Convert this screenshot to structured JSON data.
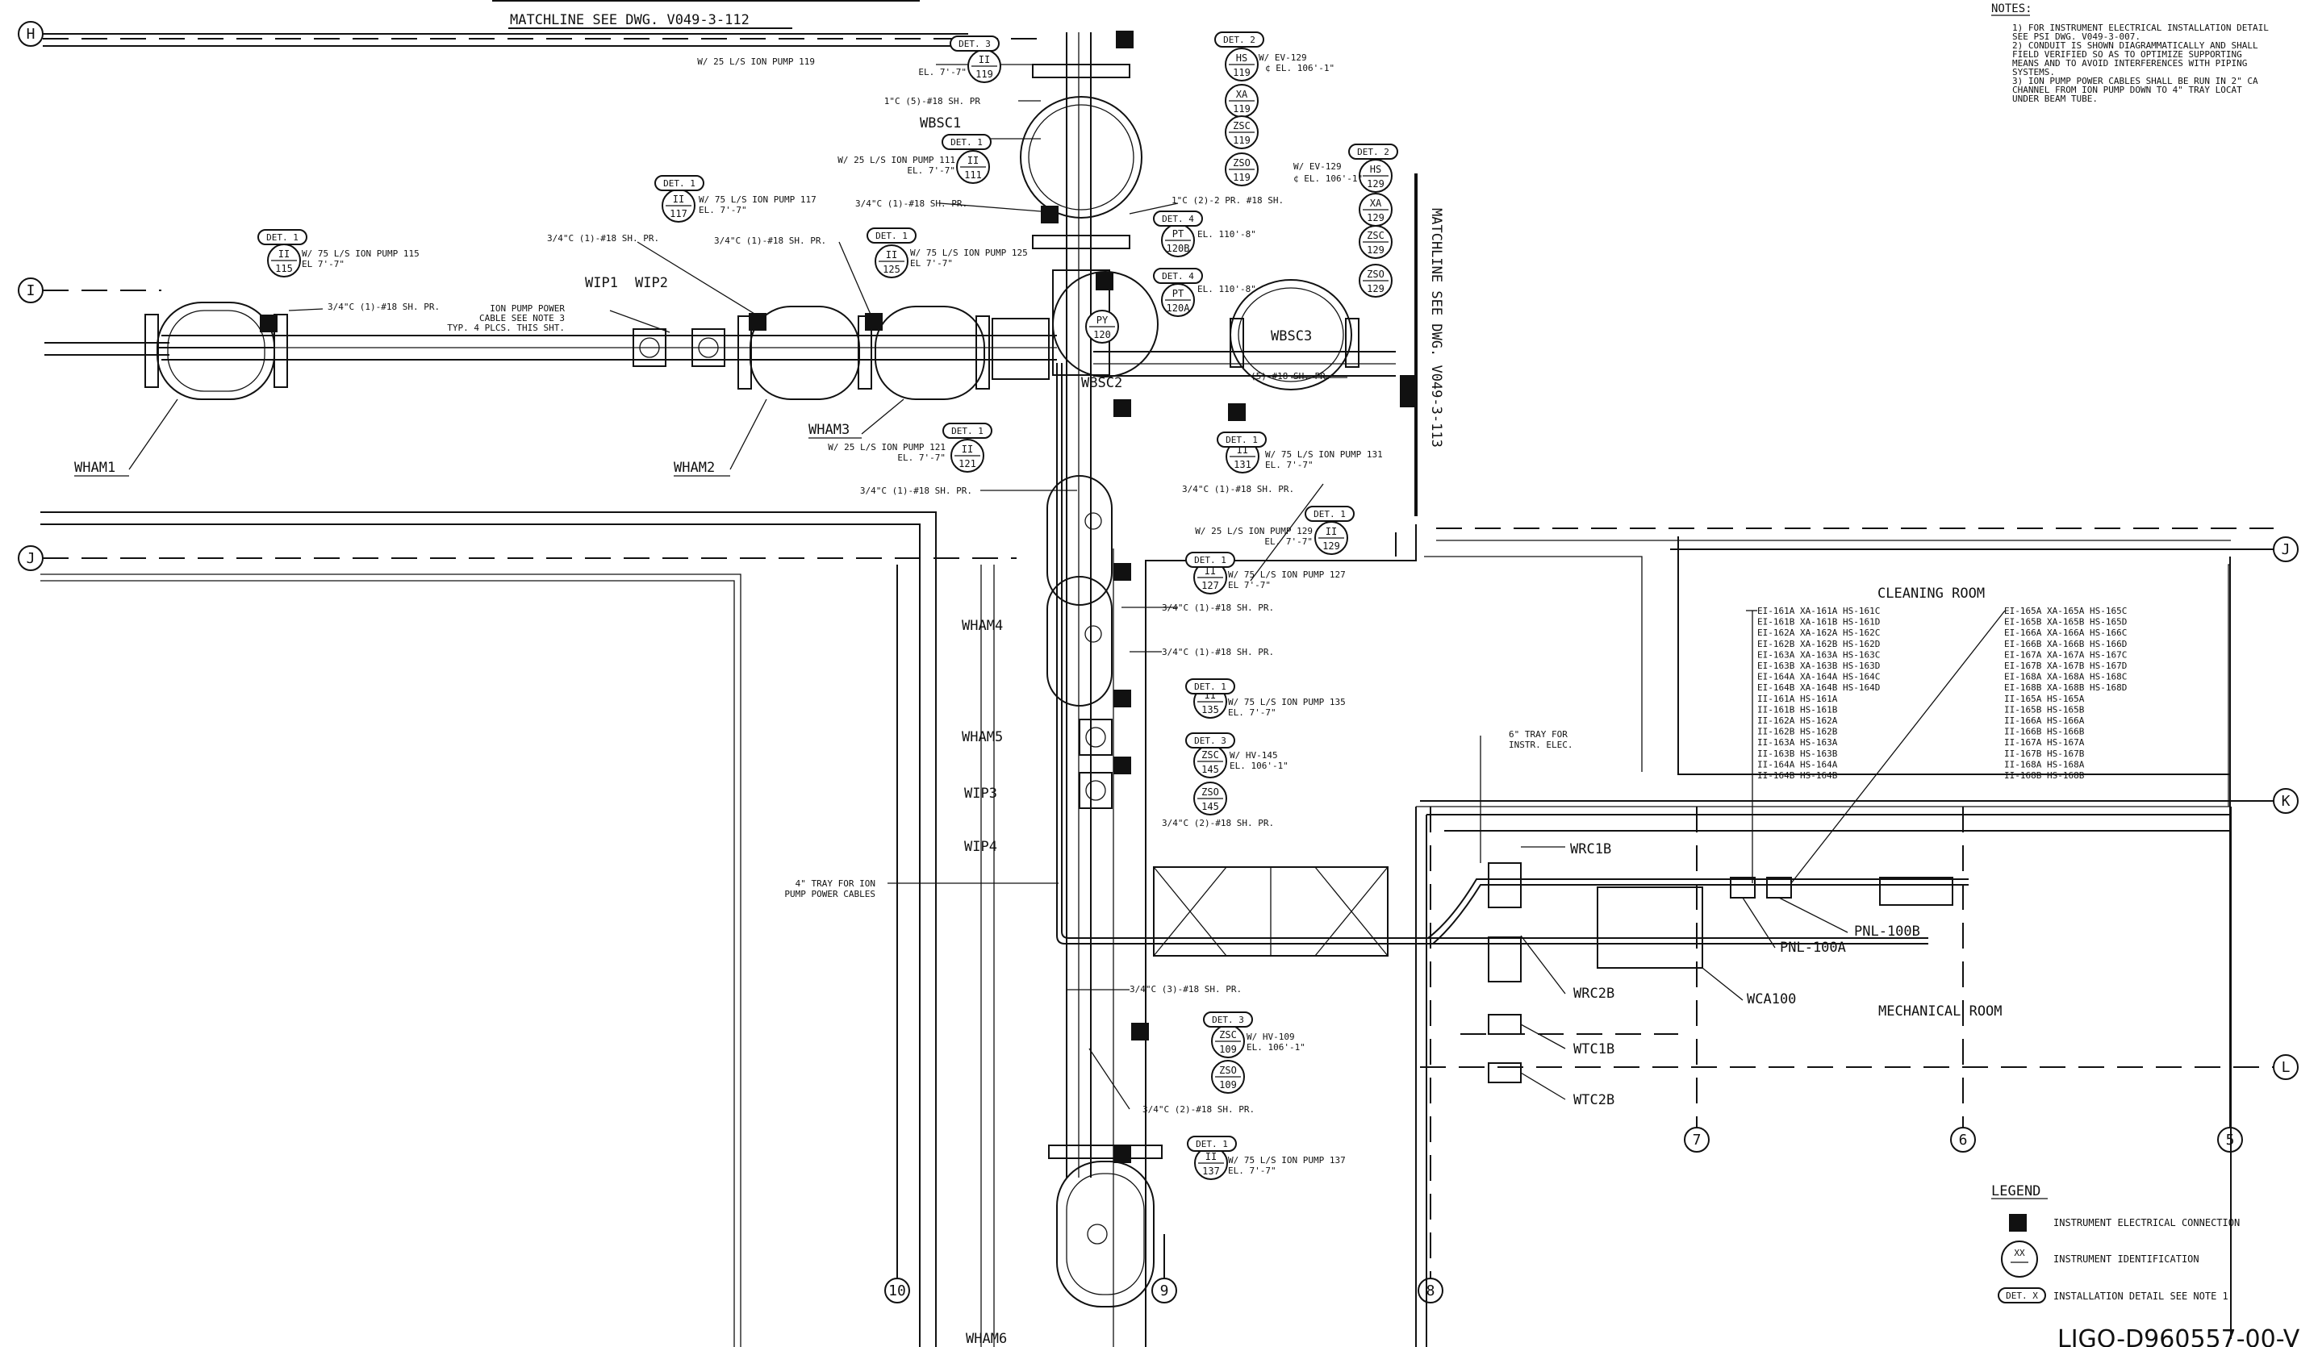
{
  "matchlines": {
    "top": "MATCHLINE SEE DWG. V049-3-112",
    "right": "MATCHLINE SEE DWG. V049-3-113"
  },
  "notes": {
    "title": "NOTES:",
    "lines": [
      "1) FOR INSTRUMENT ELECTRICAL INSTALLATION DETAIL",
      "   SEE PSI DWG. V049-3-007.",
      "2) CONDUIT IS SHOWN DIAGRAMMATICALLY AND SHALL",
      "   FIELD VERIFIED SO AS TO OPTIMIZE SUPPORTING",
      "   MEANS AND TO AVOID INTERFERENCES WITH PIPING",
      "   SYSTEMS.",
      "3) ION PUMP POWER CABLES SHALL BE RUN IN 2\" CA",
      "   CHANNEL FROM ION PUMP DOWN TO 4\" TRAY LOCAT",
      "   UNDER BEAM TUBE."
    ]
  },
  "grid_labels": {
    "H": "H",
    "I": "I",
    "J": "J",
    "K": "K",
    "L": "L",
    "n5": "5",
    "n6": "6",
    "n7": "7",
    "n8": "8",
    "n9": "9",
    "n10": "10"
  },
  "equipment": {
    "wham1": "WHAM1",
    "wham2": "WHAM2",
    "wham3": "WHAM3",
    "wham4": "WHAM4",
    "wham5": "WHAM5",
    "wham6": "WHAM6",
    "wip1": "WIP1",
    "wip2": "WIP2",
    "wip3": "WIP3",
    "wip4": "WIP4",
    "wbsc1": "WBSC1",
    "wbsc2": "WBSC2",
    "wbsc3": "WBSC3",
    "wrc1b": "WRC1B",
    "wrc2b": "WRC2B",
    "wtc1b": "WTC1B",
    "wtc2b": "WTC2B",
    "wca100": "WCA100",
    "pnl100a": "PNL-100A",
    "pnl100b": "PNL-100B"
  },
  "rooms": {
    "cleaning": "CLEANING ROOM",
    "mechanical": "MECHANICAL ROOM"
  },
  "cleaning_lists": {
    "left": [
      "EI-161A  XA-161A  HS-161C",
      "EI-161B  XA-161B  HS-161D",
      "EI-162A  XA-162A  HS-162C",
      "EI-162B  XA-162B  HS-162D",
      "EI-163A  XA-163A  HS-163C",
      "EI-163B  XA-163B  HS-163D",
      "EI-164A  XA-164A  HS-164C",
      "EI-164B  XA-164B  HS-164D",
      "II-161A  HS-161A",
      "II-161B  HS-161B",
      "II-162A  HS-162A",
      "II-162B  HS-162B",
      "II-163A  HS-163A",
      "II-163B  HS-163B",
      "II-164A  HS-164A",
      "II-164B  HS-164B"
    ],
    "right": [
      "EI-165A  XA-165A  HS-165C",
      "EI-165B  XA-165B  HS-165D",
      "EI-166A  XA-166A  HS-166C",
      "EI-166B  XA-166B  HS-166D",
      "EI-167A  XA-167A  HS-167C",
      "EI-167B  XA-167B  HS-167D",
      "EI-168A  XA-168A  HS-168C",
      "EI-168B  XA-168B  HS-168D",
      "II-165A  HS-165A",
      "II-165B  HS-165B",
      "II-166A  HS-166A",
      "II-166B  HS-166B",
      "II-167A  HS-167A",
      "II-167B  HS-167B",
      "II-168A  HS-168A",
      "II-168B  HS-168B"
    ]
  },
  "det": {
    "d1": "DET. 1",
    "d2": "DET. 2",
    "d3": "DET. 3",
    "d4": "DET. 4"
  },
  "bubbles": {
    "ii119": {
      "tag": "II",
      "num": "119"
    },
    "hs119": {
      "tag": "HS",
      "num": "119"
    },
    "xa119": {
      "tag": "XA",
      "num": "119"
    },
    "zsc119": {
      "tag": "ZSC",
      "num": "119"
    },
    "zso119": {
      "tag": "ZSO",
      "num": "119"
    },
    "ii111": {
      "tag": "II",
      "num": "111"
    },
    "ii117": {
      "tag": "II",
      "num": "117"
    },
    "ii115": {
      "tag": "II",
      "num": "115"
    },
    "ii125": {
      "tag": "II",
      "num": "125"
    },
    "pt120b": {
      "tag": "PT",
      "num": "120B"
    },
    "pt120a": {
      "tag": "PT",
      "num": "120A"
    },
    "py120": {
      "tag": "PY",
      "num": "120"
    },
    "hs129": {
      "tag": "HS",
      "num": "129"
    },
    "xa129": {
      "tag": "XA",
      "num": "129"
    },
    "zsc129": {
      "tag": "ZSC",
      "num": "129"
    },
    "zso129": {
      "tag": "ZSO",
      "num": "129"
    },
    "ii121": {
      "tag": "II",
      "num": "121"
    },
    "ii131": {
      "tag": "II",
      "num": "131"
    },
    "ii129": {
      "tag": "II",
      "num": "129"
    },
    "ii127": {
      "tag": "II",
      "num": "127"
    },
    "ii135": {
      "tag": "II",
      "num": "135"
    },
    "zsc145": {
      "tag": "ZSC",
      "num": "145"
    },
    "zso145": {
      "tag": "ZSO",
      "num": "145"
    },
    "zsc109": {
      "tag": "ZSC",
      "num": "109"
    },
    "zso109": {
      "tag": "ZSO",
      "num": "109"
    },
    "ii137": {
      "tag": "II",
      "num": "137"
    }
  },
  "callouts": {
    "c119a": "W/ 25 L/S ION PUMP 119",
    "c119b": "EL. 7'-7\"",
    "c1q5": "1\"C (5)-#18 SH. PR",
    "ev129a": "W/ EV-129",
    "ev129b": "¢ EL. 106'-1\"",
    "c111a": "W/ 25 L/S ION PUMP 111",
    "c111b": "EL. 7'-7\"",
    "c117a": "W/ 75 L/S ION PUMP 117",
    "c117b": "EL. 7'-7\"",
    "c115a": "W/ 75 L/S ION PUMP 115",
    "c115b": "EL 7'-7\"",
    "c34a": "3/4\"C (1)-#18 SH. PR.",
    "c34b": "3/4\"C (1)-#18 SH. PR.",
    "c34c": "3/4\"C (1)-#18 SH. PR.",
    "c34d": "3/4\"C (1)-#18 SH. PR.",
    "c125a": "W/ 75 L/S ION PUMP 125",
    "c125b": "EL 7'-7\"",
    "c1q2": "1\"C (2)-2 PR. #18 SH.",
    "el1108": "EL. 110'-8\"",
    "el110b": "EL. 110'-8\"",
    "ev129c": "W/ EV-129",
    "ev129d": "¢ EL. 106'-1\"",
    "ipc1": "ION PUMP POWER",
    "ipc2": "CABLE SEE NOTE 3",
    "ipc3": "TYP. 4 PLCS. THIS SHT.",
    "c115c": "3/4\"C (1)-#18 SH. PR.",
    "c5": "(5)-#18 SH. PR.",
    "c121a": "W/ 25 L/S ION PUMP 121",
    "c121b": "EL. 7'-7\"",
    "c121c": "3/4\"C (1)-#18 SH. PR.",
    "c131a": "W/ 75 L/S ION PUMP 131",
    "c131b": "EL. 7'-7\"",
    "c131c": "3/4\"C (1)-#18 SH. PR.",
    "c129a": "W/ 25 L/S ION PUMP 129",
    "c129b": "EL. 7'-7\"",
    "c127a": "W/ 75 L/S ION PUMP 127",
    "c127b": "EL 7'-7\"",
    "c127c": "3/4\"C (1)-#18 SH. PR.",
    "c127d": "3/4\"C (1)-#18 SH. PR.",
    "c135a": "W/ 75 L/S ION PUMP 135",
    "c135b": "EL. 7'-7\"",
    "hv145a": "W/ HV-145",
    "hv145b": "EL. 106'-1\"",
    "c145c": "3/4\"C (2)-#18 SH. PR.",
    "tray6a": "6\" TRAY FOR",
    "tray6b": "INSTR. ELEC.",
    "tray4a": "4\" TRAY FOR ION",
    "tray4b": "PUMP POWER CABLES",
    "c3q3": "3/4\"C (3)-#18 SH. PR.",
    "hv109a": "W/ HV-109",
    "hv109b": "EL. 106'-1\"",
    "c109c": "3/4\"C (2)-#18 SH. PR.",
    "c137a": "W/ 75 L/S ION PUMP 137",
    "c137b": "EL. 7'-7\""
  },
  "legend": {
    "title": "LEGEND",
    "conn": "INSTRUMENT ELECTRICAL CONNECTION",
    "ident": "INSTRUMENT IDENTIFICATION",
    "xx": "XX",
    "det": "DET. X",
    "detdesc": "INSTALLATION DETAIL SEE NOTE 1"
  },
  "title_block": "LIGO-D960557-00-V"
}
